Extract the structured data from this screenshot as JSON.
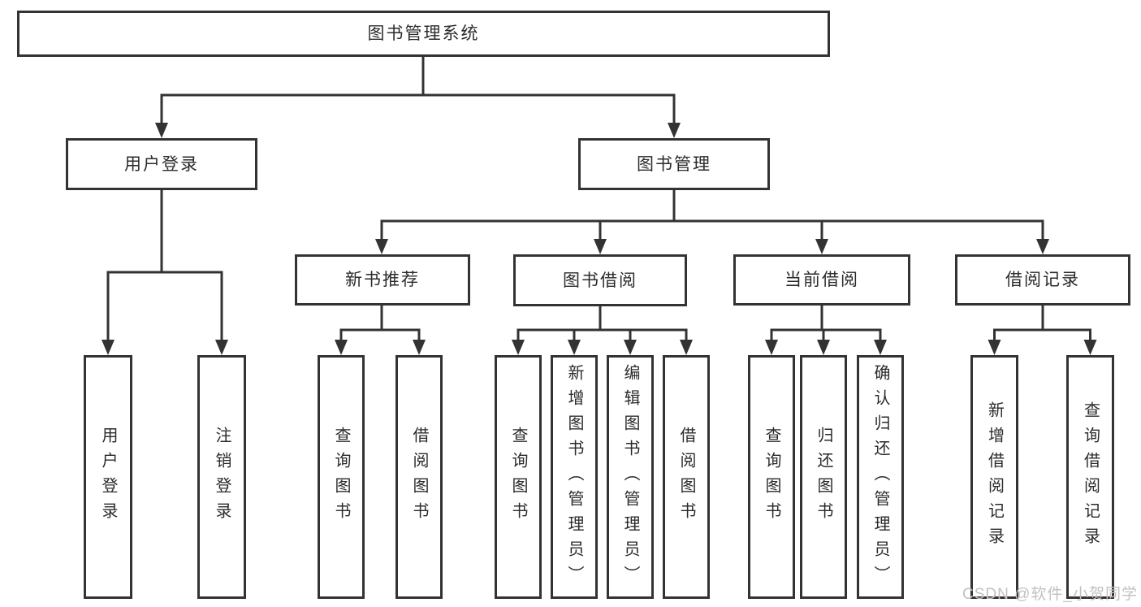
{
  "diagram": {
    "root": {
      "label": "图书管理系统"
    },
    "branches": [
      {
        "label": "用户登录",
        "children": [
          {
            "label": "用户登录"
          },
          {
            "label": "注销登录"
          }
        ]
      },
      {
        "label": "图书管理",
        "children": [
          {
            "label": "新书推荐",
            "children": [
              {
                "label": "查询图书"
              },
              {
                "label": "借阅图书"
              }
            ]
          },
          {
            "label": "图书借阅",
            "children": [
              {
                "label": "查询图书"
              },
              {
                "label": "新增图书（管理员）"
              },
              {
                "label": "编辑图书（管理员）"
              },
              {
                "label": "借阅图书"
              }
            ]
          },
          {
            "label": "当前借阅",
            "children": [
              {
                "label": "查询图书"
              },
              {
                "label": "归还图书"
              },
              {
                "label": "确认归还（管理员）"
              }
            ]
          },
          {
            "label": "借阅记录",
            "children": [
              {
                "label": "新增借阅记录"
              },
              {
                "label": "查询借阅记录"
              }
            ]
          }
        ]
      }
    ]
  },
  "watermark": {
    "text": "CSDN @软件_小贺同学"
  },
  "colors": {
    "line": "#333333",
    "text": "#2b2b2b",
    "box_background": "#ffffff",
    "watermark": "#c3c0c0"
  }
}
